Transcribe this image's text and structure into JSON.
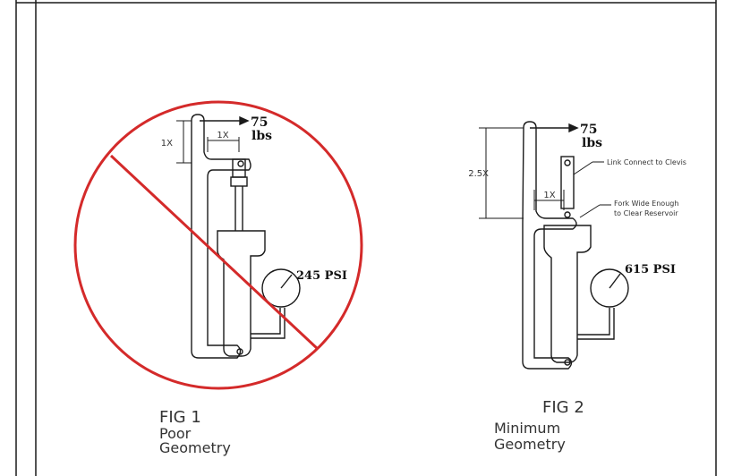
{
  "figure1": {
    "force_value": "75",
    "force_unit": "lbs",
    "dim_vertical": "1X",
    "dim_horizontal": "1X",
    "pressure": "245 PSI",
    "caption": "FIG 1",
    "desc_line1": "Poor",
    "desc_line2": "Geometry",
    "status": "crossed-out"
  },
  "figure2": {
    "force_value": "75",
    "force_unit": "lbs",
    "dim_vertical": "2.5X",
    "dim_horizontal": "1X",
    "pressure": "615 PSI",
    "note_link": "Link Connect to Clevis",
    "note_fork_line1": "Fork Wide Enough",
    "note_fork_line2": "to Clear Reservoir",
    "caption": "FIG 2",
    "desc_line1": "Minimum",
    "desc_line2": "Geometry"
  },
  "colors": {
    "line": "#1a1a1a",
    "prohibition": "#d42a2a",
    "background": "#ffffff"
  }
}
